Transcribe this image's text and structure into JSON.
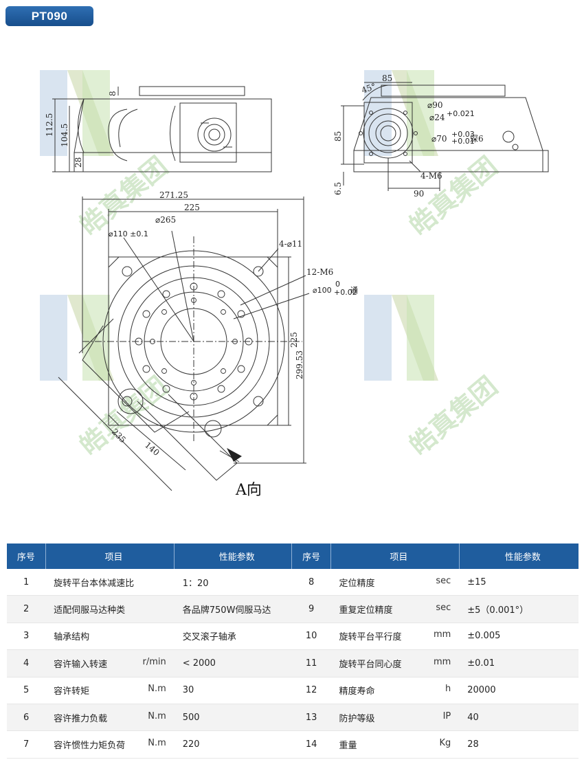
{
  "header": {
    "model": "PT090"
  },
  "drawing": {
    "side_view": {
      "dims": [
        "112.5",
        "104.5",
        "28",
        "8"
      ]
    },
    "top_right_view": {
      "dims": [
        "85",
        "45°",
        "85",
        "6.5",
        "90",
        "⌀90",
        "⌀24",
        "+0.021",
        "⌀70",
        "+0.03",
        "+0.01",
        "深6",
        "4-M6"
      ]
    },
    "main_view": {
      "dims": [
        "271.25",
        "225",
        "⌀265",
        "⌀110 ±0.1",
        "4-⌀11",
        "12-M6",
        "⌀100",
        "0",
        "+0.02",
        "通",
        "225",
        "299.53",
        "235",
        "140"
      ],
      "view_label": "A向"
    },
    "watermark": "皓真集团"
  },
  "spec_table": {
    "headers": [
      "序号",
      "项目",
      "性能参数",
      "序号",
      "项目",
      "性能参数"
    ],
    "rows": [
      {
        "no1": "1",
        "item1": "旋转平台本体减速比",
        "unit1": "",
        "val1": "1：20",
        "no2": "8",
        "item2": "定位精度",
        "unit2": "sec",
        "val2": "±15"
      },
      {
        "no1": "2",
        "item1": "适配伺服马达种类",
        "unit1": "",
        "val1": "各品牌750W伺服马达",
        "no2": "9",
        "item2": "重复定位精度",
        "unit2": "sec",
        "val2": "±5（0.001°）"
      },
      {
        "no1": "3",
        "item1": "轴承结构",
        "unit1": "",
        "val1": "交叉滚子轴承",
        "no2": "10",
        "item2": "旋转平台平行度",
        "unit2": "mm",
        "val2": "±0.005"
      },
      {
        "no1": "4",
        "item1": "容许输入转速",
        "unit1": "r/min",
        "val1": "< 2000",
        "no2": "11",
        "item2": "旋转平台同心度",
        "unit2": "mm",
        "val2": "±0.01"
      },
      {
        "no1": "5",
        "item1": "容许转矩",
        "unit1": "N.m",
        "val1": "30",
        "no2": "12",
        "item2": "精度寿命",
        "unit2": "h",
        "val2": "20000"
      },
      {
        "no1": "6",
        "item1": "容许推力负载",
        "unit1": "N.m",
        "val1": "500",
        "no2": "13",
        "item2": "防护等级",
        "unit2": "IP",
        "val2": "40"
      },
      {
        "no1": "7",
        "item1": "容许惯性力矩负荷",
        "unit1": "N.m",
        "val1": "220",
        "no2": "14",
        "item2": "重量",
        "unit2": "Kg",
        "val2": "28"
      }
    ]
  }
}
